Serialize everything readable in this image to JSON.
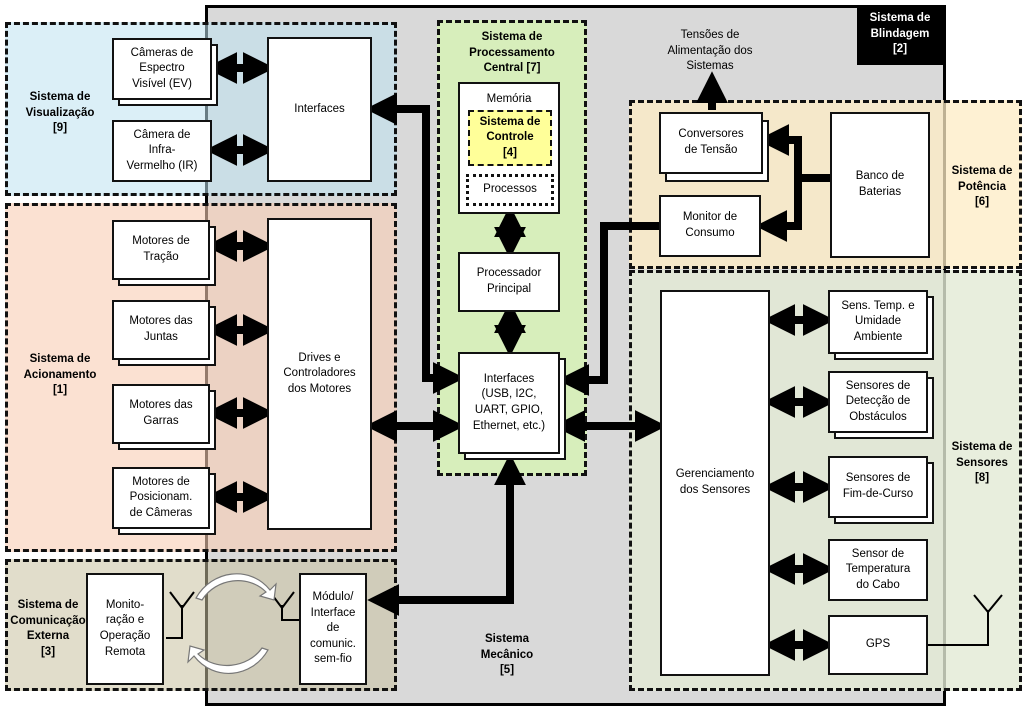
{
  "colors": {
    "mechanical": "#d9d9d9",
    "visualization": "#dbeef4",
    "actuation": "#f8dccb",
    "communication": "#ddd9c4",
    "processing": "#d7eebb",
    "power": "#fbefd1",
    "sensors": "#e6ebdc",
    "memory_highlight": "#ffff99",
    "shielding_label_bg": "#000000"
  },
  "regions": {
    "mechanical": "Sistema\nMecânico\n[5]",
    "shielding": "Sistema de\nBlindagem\n[2]",
    "visualization": "Sistema de\nVisualização\n[9]",
    "actuation": "Sistema de\nAcionamento\n[1]",
    "communication": "Sistema de\nComunicação\nExterna\n[3]",
    "processing": "Sistema de\nProcessamento\nCentral [7]",
    "power": "Sistema de\nPotência\n[6]",
    "sensors": "Sistema de\nSensores\n[8]"
  },
  "visualization": {
    "camera_ev": "Câmeras de\nEspectro\nVisível (EV)",
    "camera_ir": "Câmera de\nInfra-\nVermelho (IR)",
    "interfaces": "Interfaces"
  },
  "actuation": {
    "traction": "Motores de\nTração",
    "joints": "Motores das\nJuntas",
    "grippers": "Motores das\nGarras",
    "camera_position": "Motores de\nPosicionam.\nde Câmeras",
    "drives": "Drives e\nControladores\ndos Motores"
  },
  "communication": {
    "remote": "Monito-\nração e\nOperação\nRemota",
    "wireless": "Módulo/\nInterface\nde\ncomunic.\nsem-fio"
  },
  "processing": {
    "memory": "Memória",
    "control": "Sistema de\nControle\n[4]",
    "processes": "Processos",
    "cpu": "Processador\nPrincipal",
    "interfaces": "Interfaces\n(USB, I2C,\nUART, GPIO,\nEthernet, etc.)"
  },
  "power": {
    "supply_label": "Tensões de\nAlimentação dos\nSistemas",
    "converters": "Conversores\nde Tensão",
    "monitor": "Monitor de\nConsumo",
    "battery": "Banco de\nBaterias"
  },
  "sensors": {
    "manager": "Gerenciamento\ndos Sensores",
    "temp_humidity": "Sens. Temp. e\nUmidade\nAmbiente",
    "obstacle": "Sensores de\nDetecção de\nObstáculos",
    "endstop": "Sensores de\nFim-de-Curso",
    "cable_temp": "Sensor de\nTemperatura\ndo Cabo",
    "gps": "GPS"
  }
}
